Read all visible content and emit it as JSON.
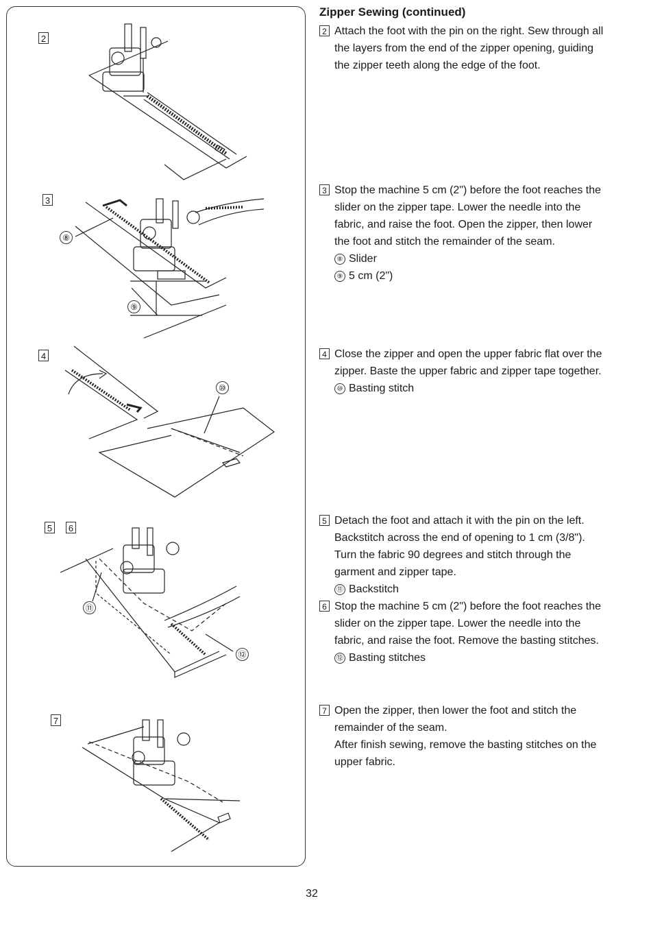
{
  "title": "Zipper Sewing (continued)",
  "figure_labels": {
    "fig2": "2",
    "fig3": "3",
    "fig4": "4",
    "fig5": "5",
    "fig6": "6",
    "fig7": "7",
    "c8": "⑧",
    "c9": "⑨",
    "c10": "⑩",
    "c11": "⑪",
    "c12": "⑫"
  },
  "steps": [
    {
      "num": "2",
      "text": "Attach the foot with the pin on the right. Sew through all the layers from the end of the zipper opening, guiding the zipper teeth along the edge of the foot.",
      "legend": []
    },
    {
      "num": "3",
      "text": "Stop the machine 5 cm (2\") before the foot reaches the slider on the zipper tape. Lower the needle into the fabric, and raise the foot. Open the zipper, then lower the foot and stitch the remainder of the seam.",
      "legend": [
        {
          "mark": "⑧",
          "label": "Slider"
        },
        {
          "mark": "⑨",
          "label": "5 cm (2\")"
        }
      ]
    },
    {
      "num": "4",
      "text": "Close the zipper and open the upper fabric flat over the zipper. Baste the upper fabric and zipper tape together.",
      "legend": [
        {
          "mark": "⑩",
          "label": "Basting stitch"
        }
      ]
    },
    {
      "num": "5",
      "text": "Detach the foot and attach it with the pin on the left. Backstitch across the end of opening to 1 cm (3/8\"). Turn the fabric 90 degrees and stitch through the garment and zipper tape.",
      "legend": [
        {
          "mark": "⑪",
          "label": "Backstitch"
        }
      ]
    },
    {
      "num": "6",
      "text": "Stop the machine 5 cm (2\") before the foot reaches the slider on the zipper tape. Lower the needle into the fabric, and raise the foot. Remove the basting stitches.",
      "legend": [
        {
          "mark": "⑫",
          "label": "Basting stitches"
        }
      ]
    },
    {
      "num": "7",
      "text": "Open the zipper, then lower the foot and stitch the remainder of the seam.",
      "extra": "After finish sewing, remove the basting stitches on the upper fabric.",
      "legend": []
    }
  ],
  "page_number": "32"
}
